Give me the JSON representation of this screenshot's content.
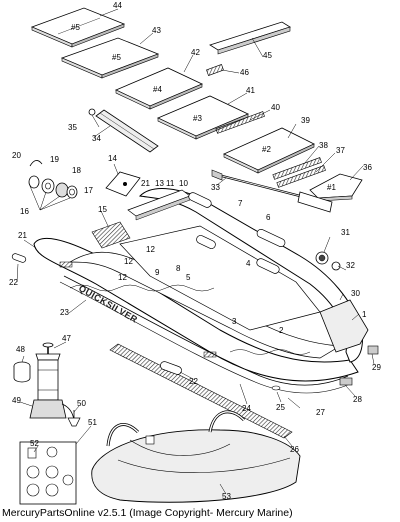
{
  "diagram": {
    "brand_text": "QUICKSILVER",
    "floor_labels": [
      "#5",
      "#5",
      "#4",
      "#3",
      "#2",
      "#1"
    ],
    "callouts": [
      "1",
      "2",
      "3",
      "4",
      "5",
      "6",
      "7",
      "8",
      "9",
      "10",
      "11",
      "12",
      "12",
      "12",
      "13",
      "14",
      "15",
      "16",
      "17",
      "18",
      "19",
      "20",
      "21",
      "21",
      "22",
      "22",
      "23",
      "24",
      "25",
      "26",
      "27",
      "28",
      "29",
      "30",
      "31",
      "32",
      "33",
      "34",
      "35",
      "36",
      "37",
      "38",
      "39",
      "40",
      "41",
      "42",
      "43",
      "44",
      "45",
      "46",
      "47",
      "48",
      "49",
      "50",
      "51",
      "52",
      "53"
    ]
  },
  "footer": {
    "caption": "MercuryPartsOnline v2.5.1 (Image Copyright- Mercury Marine)"
  }
}
